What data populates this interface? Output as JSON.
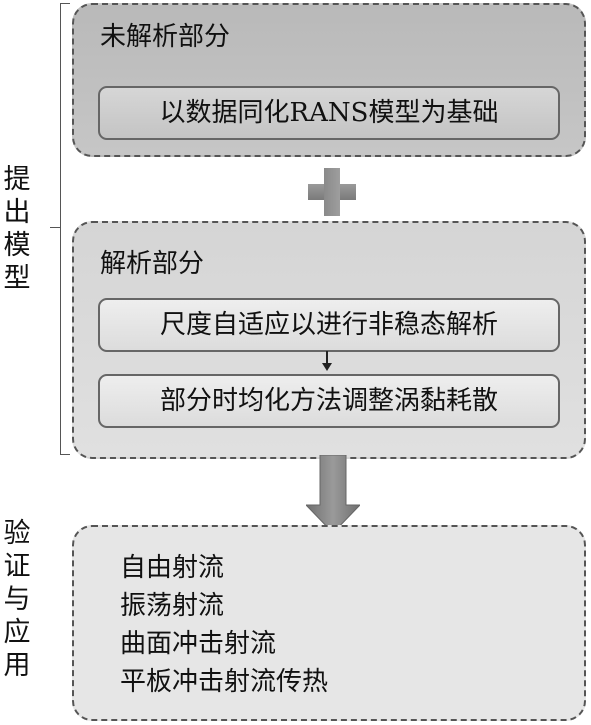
{
  "left_labels": {
    "model": "提出模型",
    "verify": "验证与应用"
  },
  "unresolved": {
    "title": "未解析部分",
    "method": "以数据同化RANS模型为基础"
  },
  "resolved": {
    "title": "解析部分",
    "steps": [
      "尺度自适应以进行非稳态解析",
      "部分时均化方法调整涡黏耗散"
    ]
  },
  "applications": [
    "自由射流",
    "振荡射流",
    "曲面冲击射流",
    "平板冲击射流传热"
  ],
  "colors": {
    "unresolved_fill": "#bfbfbf",
    "resolved_fill": "#dadada",
    "validation_fill": "#e6e6e6",
    "arrow": "#7f7f7f"
  },
  "icons": {
    "plus": "plus-icon",
    "down_arrow": "down-arrow-icon"
  }
}
